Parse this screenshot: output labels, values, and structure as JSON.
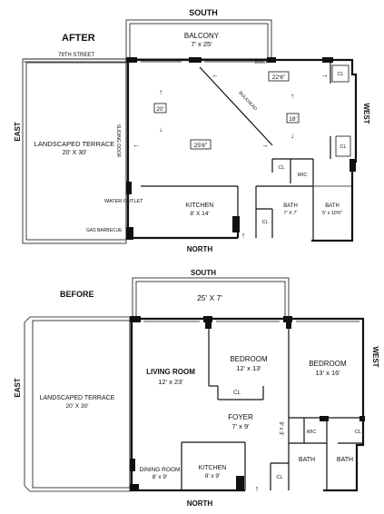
{
  "after": {
    "heading": "AFTER",
    "compass": {
      "south": "SOUTH",
      "north": "NORTH",
      "east": "EAST",
      "west": "WEST"
    },
    "balcony": {
      "name": "BALCONY",
      "size": "7' x 25'"
    },
    "street": "79TH STREET",
    "door": "DOOR",
    "terrace": {
      "name": "LANDSCAPED TERRACE",
      "size": "20' X 30'"
    },
    "sliding_door": "SLIDING DOOR",
    "water_outlet": "WATER OUTLET",
    "gas_barbecue": "GAS BARBECUE",
    "kitchen": {
      "name": "KITCHEN",
      "size": "8' X 14'"
    },
    "dims": {
      "d20": "20'",
      "d25_6": "25'6\"",
      "d22_6": "22'6\"",
      "d18": "18'"
    },
    "bulkhead": "BULKHEAD",
    "closet": "CL",
    "wic": "WIC",
    "bath1": {
      "name": "BATH",
      "size": "7' X 7'"
    },
    "bath2": {
      "name": "BATH",
      "size": "5' x 10'6\""
    }
  },
  "before": {
    "heading": "BEFORE",
    "compass": {
      "south": "SOUTH",
      "north": "NORTH",
      "east": "EAST",
      "west": "WEST"
    },
    "balcony_size": "25' X 7'",
    "terrace": {
      "name": "LANDSCAPED TERRACE",
      "size": "20' X 30'"
    },
    "living_room": {
      "name": "LIVING ROOM",
      "size": "12' x 23'"
    },
    "bedroom1": {
      "name": "BEDROOM",
      "size": "12' x 13'"
    },
    "bedroom2": {
      "name": "BEDROOM",
      "size": "13' x 16'"
    },
    "foyer": {
      "name": "FOYER",
      "size": "7' x 9'"
    },
    "hall_dim": "9' x 3'",
    "dining_room": {
      "name": "DINING ROOM",
      "size": "8' x 9'"
    },
    "kitchen": {
      "name": "KITCHEN",
      "size": "9' x 9'"
    },
    "closet": "CL",
    "wic": "WIC",
    "bath": "BATH"
  }
}
